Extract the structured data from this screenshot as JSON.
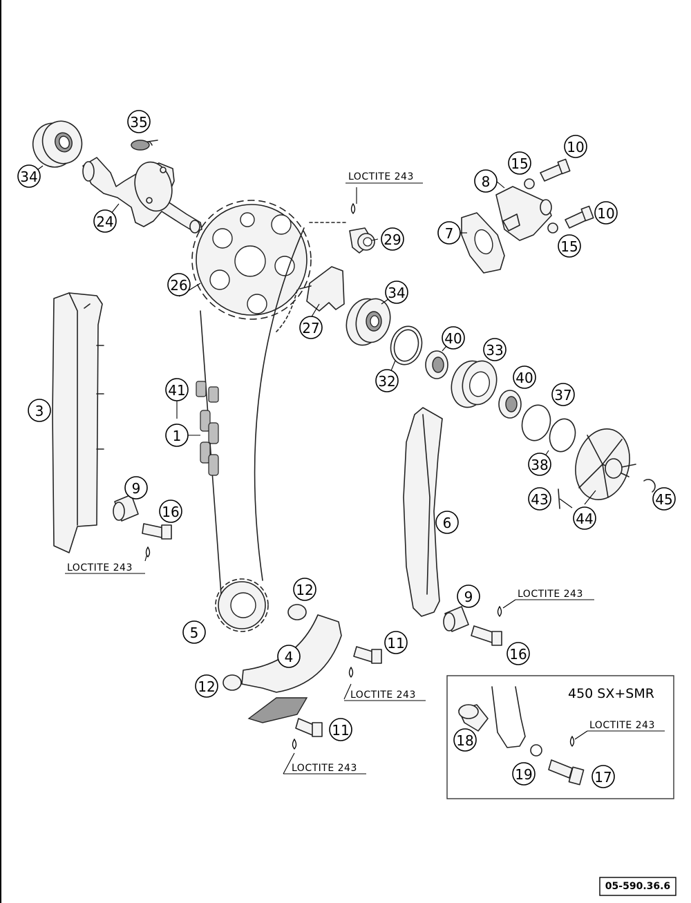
{
  "page": {
    "reference_number": "05-590.36.6"
  },
  "inset": {
    "title": "450 SX+SMR",
    "parts": [
      {
        "number": "18",
        "icon": "bushing-icon"
      },
      {
        "number": "19",
        "icon": "washer-icon"
      },
      {
        "number": "17",
        "icon": "bolt-icon"
      }
    ],
    "loctite_label": "LOCTITE 243"
  },
  "loctite_labels": [
    {
      "id": "loctite-29",
      "text": "LOCTITE 243"
    },
    {
      "id": "loctite-16-left",
      "text": "LOCTITE 243"
    },
    {
      "id": "loctite-16-right",
      "text": "LOCTITE 243"
    },
    {
      "id": "loctite-11-upper",
      "text": "LOCTITE 243"
    },
    {
      "id": "loctite-11-lower",
      "text": "LOCTITE 243"
    }
  ],
  "callouts": [
    {
      "id": "c35",
      "number": "35",
      "part": "spring-icon"
    },
    {
      "id": "c34a",
      "number": "34",
      "part": "bearing-icon"
    },
    {
      "id": "c24",
      "number": "24",
      "part": "camshaft-icon"
    },
    {
      "id": "c26",
      "number": "26",
      "part": "camshaft-sprocket-icon"
    },
    {
      "id": "c29",
      "number": "29",
      "part": "screw-plug-icon"
    },
    {
      "id": "c27",
      "number": "27",
      "part": "decompressor-icon"
    },
    {
      "id": "c10a",
      "number": "10",
      "part": "bolt-icon"
    },
    {
      "id": "c15a",
      "number": "15",
      "part": "washer-icon"
    },
    {
      "id": "c8",
      "number": "8",
      "part": "chain-tensioner-icon"
    },
    {
      "id": "c7",
      "number": "7",
      "part": "gasket-icon"
    },
    {
      "id": "c10b",
      "number": "10",
      "part": "bolt-icon"
    },
    {
      "id": "c15b",
      "number": "15",
      "part": "washer-icon"
    },
    {
      "id": "c34b",
      "number": "34",
      "part": "bearing-icon"
    },
    {
      "id": "c40a",
      "number": "40",
      "part": "bearing-icon"
    },
    {
      "id": "c33",
      "number": "33",
      "part": "pulley-icon"
    },
    {
      "id": "c32",
      "number": "32",
      "part": "shim-icon"
    },
    {
      "id": "c40b",
      "number": "40",
      "part": "bearing-icon"
    },
    {
      "id": "c37",
      "number": "37",
      "part": "o-ring-icon"
    },
    {
      "id": "c38",
      "number": "38",
      "part": "o-ring-icon"
    },
    {
      "id": "c41",
      "number": "41",
      "part": "chain-link-icon"
    },
    {
      "id": "c1",
      "number": "1",
      "part": "timing-chain-icon"
    },
    {
      "id": "c3",
      "number": "3",
      "part": "chain-guide-rail-icon"
    },
    {
      "id": "c43",
      "number": "43",
      "part": "pin-icon"
    },
    {
      "id": "c44",
      "number": "44",
      "part": "impeller-icon"
    },
    {
      "id": "c45",
      "number": "45",
      "part": "circlip-icon"
    },
    {
      "id": "c6",
      "number": "6",
      "part": "tensioner-rail-icon"
    },
    {
      "id": "c9a",
      "number": "9",
      "part": "bushing-icon"
    },
    {
      "id": "c16a",
      "number": "16",
      "part": "bolt-icon"
    },
    {
      "id": "c12a",
      "number": "12",
      "part": "bushing-icon"
    },
    {
      "id": "c5",
      "number": "5",
      "part": "crankshaft-sprocket-icon"
    },
    {
      "id": "c4",
      "number": "4",
      "part": "chain-guide-icon"
    },
    {
      "id": "c11a",
      "number": "11",
      "part": "bolt-icon"
    },
    {
      "id": "c9b",
      "number": "9",
      "part": "bushing-icon"
    },
    {
      "id": "c16b",
      "number": "16",
      "part": "bolt-icon"
    },
    {
      "id": "c12b",
      "number": "12",
      "part": "bushing-icon"
    },
    {
      "id": "c11b",
      "number": "11",
      "part": "bolt-icon"
    },
    {
      "id": "c18",
      "number": "18",
      "part": "bushing-icon"
    },
    {
      "id": "c19",
      "number": "19",
      "part": "washer-icon"
    },
    {
      "id": "c17",
      "number": "17",
      "part": "bolt-icon"
    }
  ]
}
